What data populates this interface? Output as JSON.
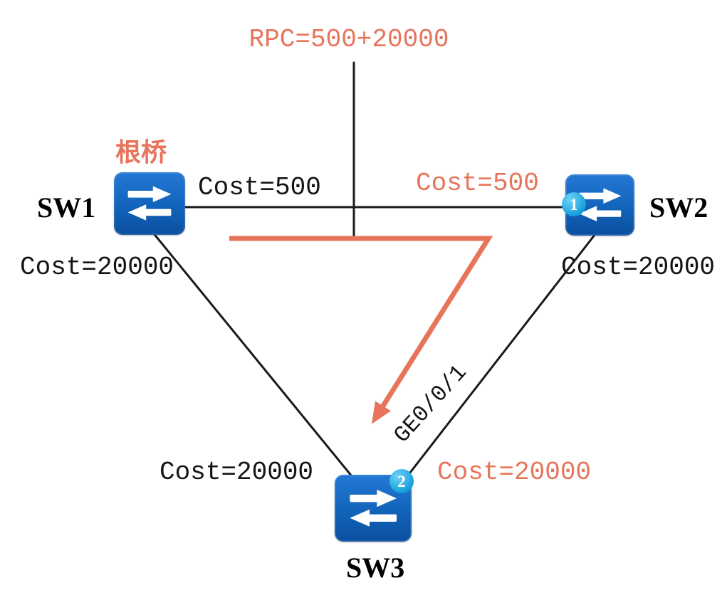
{
  "colors": {
    "accent_salmon": "#E7745B",
    "switch_blue": "#1668C4",
    "badge_blue": "#2FB1E8",
    "line_black": "#1A1A1A",
    "text_black": "#151515"
  },
  "annotations": {
    "rpc": "RPC=500+20000",
    "root_bridge": "根桥"
  },
  "nodes": {
    "sw1": {
      "label": "SW1"
    },
    "sw2": {
      "label": "SW2",
      "badge": "1"
    },
    "sw3": {
      "label": "SW3",
      "badge": "2"
    }
  },
  "edge_labels": {
    "sw1_sw2_near_sw1": "Cost=500",
    "sw1_sw2_near_sw2": "Cost=500",
    "sw1_sw3_near_sw1": "Cost=20000",
    "sw2_sw3_near_sw2": "Cost=20000",
    "sw1_sw3_near_sw3": "Cost=20000",
    "sw2_sw3_near_sw3": "Cost=20000",
    "sw2_sw3_port": "GE0/0/1"
  }
}
